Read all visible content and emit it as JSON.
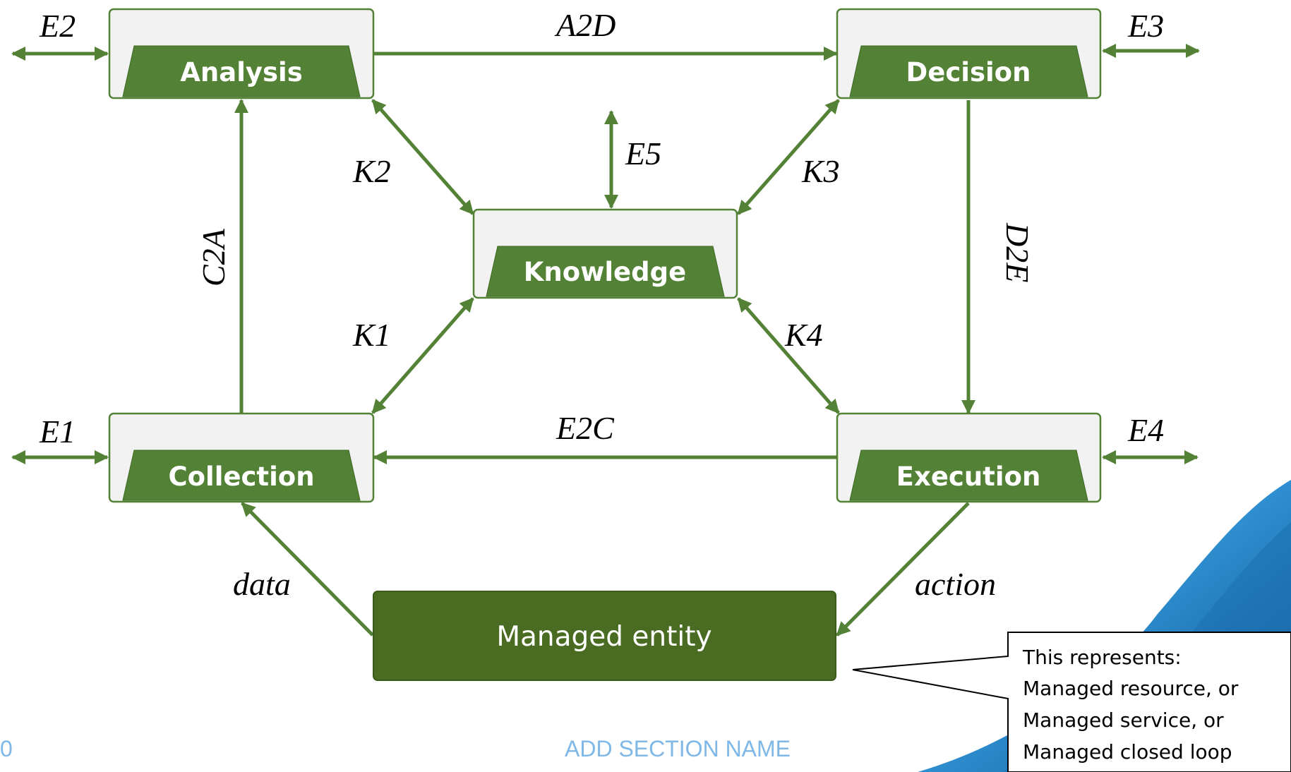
{
  "colors": {
    "accent_green": "#538135",
    "dark_green": "#4a6b22",
    "box_fill": "#f2f2f2",
    "footer_text": "#7fb8e6"
  },
  "boxes": {
    "analysis": "Analysis",
    "decision": "Decision",
    "knowledge": "Knowledge",
    "collection": "Collection",
    "execution": "Execution"
  },
  "entity": "Managed entity",
  "interfaces": {
    "e1": "E1",
    "e2": "E2",
    "e3": "E3",
    "e4": "E4",
    "e5": "E5",
    "a2d": "A2D",
    "e2c": "E2C",
    "c2a": "C2A",
    "d2e": "D2E",
    "k1": "K1",
    "k2": "K2",
    "k3": "K3",
    "k4": "K4",
    "data": "data",
    "action": "action"
  },
  "callout": {
    "line1": "This represents:",
    "line2": "Managed resource, or",
    "line3": "Managed service, or",
    "line4": "Managed closed loop"
  },
  "footer": {
    "page_number": "0",
    "section": "ADD SECTION NAME"
  }
}
